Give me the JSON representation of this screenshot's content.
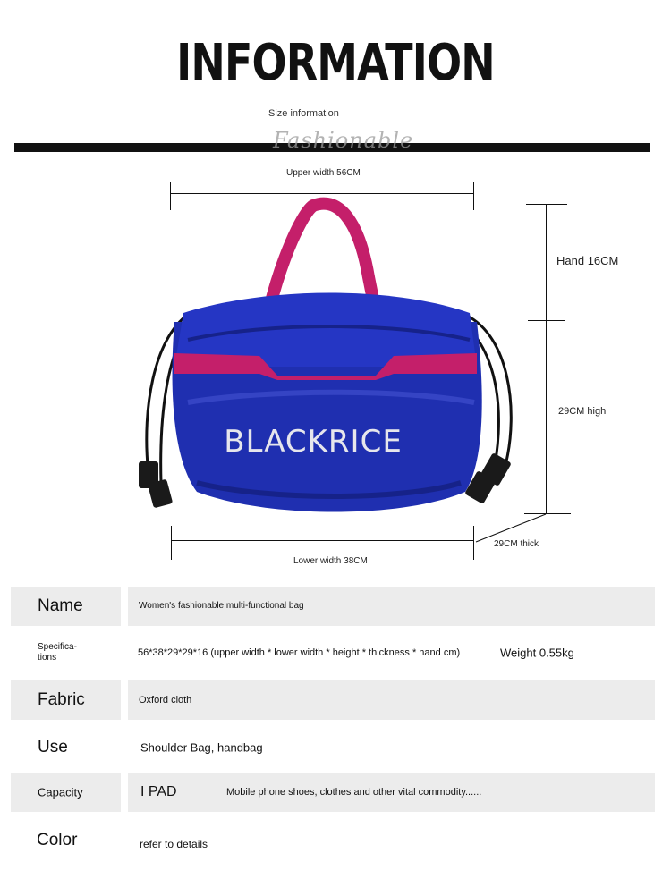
{
  "header": {
    "title": "INFORMATION",
    "subtitle": "Size information",
    "script_word": "Fashionable"
  },
  "dimensions": {
    "upper_width": "Upper width 56CM",
    "hand": "Hand 16CM",
    "height": "29CM high",
    "thick": "29CM thick",
    "lower_width": "Lower width 38CM"
  },
  "product": {
    "brand_print": "BLACKRICE",
    "colors": {
      "body": "#1f2fb0",
      "strap": "#c41f6a",
      "cord": "#111111"
    }
  },
  "specs": [
    {
      "label": "Name",
      "value": "Women's fashionable multi-functional bag"
    },
    {
      "label": "Specifica-\ntions",
      "value": "56*38*29*29*16 (upper width * lower width * height * thickness * hand cm)",
      "extra": "Weight 0.55kg"
    },
    {
      "label": "Fabric",
      "value": "Oxford cloth"
    },
    {
      "label": "Use",
      "value": "Shoulder Bag, handbag"
    },
    {
      "label": "Capacity",
      "value": "I PAD",
      "extra": "Mobile phone shoes, clothes and other vital commodity......"
    },
    {
      "label": "Color",
      "value": "refer to details"
    }
  ]
}
